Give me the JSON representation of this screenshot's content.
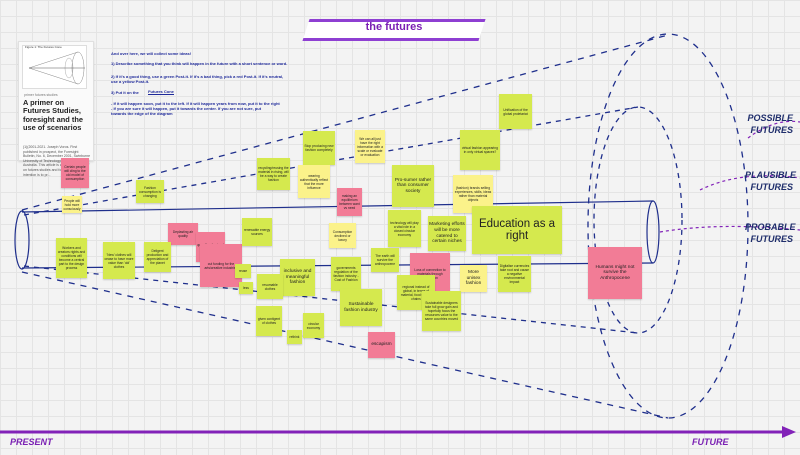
{
  "board": {
    "title": "the futures",
    "axis_start": "PRESENT",
    "axis_end": "FUTURE",
    "cone_labels": [
      {
        "id": "possible",
        "text": "POSSIBLE\nFUTURES"
      },
      {
        "id": "plausible",
        "text": "PLAUSIBLE\nFUTURES"
      },
      {
        "id": "probable",
        "text": "PROBABLE\nFUTURES"
      }
    ]
  },
  "article_card": {
    "figure_title": "Figure 1: The Futures Cone",
    "source": "primer futures studies",
    "title": "A primer on Futures Studies, foresight and the use of scenarios",
    "body": "(1)(2001-2021. Joseph Voros. First published in prospect, the Foresight Bulletin, No. 6, December 2001, Swinburne University of Technology, Melbourne, Australia. This article is a very brief 'primer' on futures studies and foresight. The intention is to pr..."
  },
  "instructions": {
    "intro": "And over here, we will collect some ideas!",
    "step1": "1) Describe something that you think will happen in the future with a short sentence or word.",
    "step2": "2) If it's a good thing, use a green Post-it. If it's a bad thing, pick a red Post-it. If it's neutral, use a yellow Post-it.",
    "step3_prefix": "3) Put it on the",
    "step3_link": "Futures Cone",
    "step3_rest": "- If it will happen soon, put it to the left. If it will happen years from now, put it to the right\n- If you are sure it will happen, put it towards the center. If you are not sure, put\n  towards the edge of the diagram"
  },
  "notes": [
    {
      "id": "n1",
      "color": "g",
      "text": "Unification of the global proletariat"
    },
    {
      "id": "n2",
      "color": "g",
      "text": "virtual fashion appearing in only virtual spaces?"
    },
    {
      "id": "n3",
      "color": "g",
      "text": "Stop producing new fashion completely"
    },
    {
      "id": "n4",
      "color": "y",
      "text": "We can all just have the right information with a scale or evaluate or evaluation"
    },
    {
      "id": "n5",
      "color": "g",
      "text": "Pro-sumer rather than consumer society"
    },
    {
      "id": "n6",
      "color": "y",
      "text": "(fashion) brands selling experiences, skills, ideas rather than material objects"
    },
    {
      "id": "n7",
      "color": "r",
      "text": "Certain people will cling to the old model of consumption"
    },
    {
      "id": "n8",
      "color": "y",
      "text": "People will hold more consciously"
    },
    {
      "id": "n9",
      "color": "g",
      "text": "recycling/reusing the material in rising, will be a way to create fashion"
    },
    {
      "id": "n10",
      "color": "g",
      "text": "wearing authentically reflect that the more influence"
    },
    {
      "id": "n11",
      "color": "r",
      "text": "making an equilibrium between want vs need"
    },
    {
      "id": "n12",
      "color": "g",
      "text": "Fashion consumption is changing"
    },
    {
      "id": "n13",
      "color": "g",
      "text": "Workers and creators rights and conditions will become a central part to the design process"
    },
    {
      "id": "n14",
      "color": "g",
      "text": "'New' clothes will cease to have more value than 'old' clothes"
    },
    {
      "id": "n15",
      "color": "r",
      "text": "Deplasting air quality"
    },
    {
      "id": "n16",
      "color": "g",
      "text": "Deligent production and appreciation of the planet"
    },
    {
      "id": "n17",
      "color": "r",
      "text": "quantity of natural resources"
    },
    {
      "id": "n18",
      "color": "r",
      "text": "cut funding for the arts/creative industries"
    },
    {
      "id": "n19",
      "color": "g",
      "text": "renewable energy sources"
    },
    {
      "id": "n20",
      "color": "y",
      "text": "Consumption declined or luxury"
    },
    {
      "id": "n21",
      "color": "g",
      "text": "technology will play a vital role in a closed circular economy"
    },
    {
      "id": "n22",
      "color": "g",
      "text": "Education as a right"
    },
    {
      "id": "n23",
      "color": "g",
      "text": "Marketing efforts will be more catered to certain niches"
    },
    {
      "id": "n24",
      "color": "g",
      "text": "inclusive and meaningful fashion"
    },
    {
      "id": "n25",
      "color": "g",
      "text": "governments regulation of the fashion industry - Cost of Fashion"
    },
    {
      "id": "n26",
      "color": "g",
      "text": "The earth will survive the anthropocene"
    },
    {
      "id": "n27",
      "color": "r",
      "text": "Loss of connection to materials through digitisation"
    },
    {
      "id": "n28",
      "color": "y",
      "text": "More unisex fashion"
    },
    {
      "id": "n29",
      "color": "g",
      "text": "Digitalise currencies take root and cause a negative environmental impact"
    },
    {
      "id": "n30",
      "color": "g",
      "text": "resumable clothes"
    },
    {
      "id": "n31",
      "color": "g",
      "text": "regional instead of global, in terms of material, food supply chains"
    },
    {
      "id": "n32",
      "color": "g",
      "text": "Sustainable fashion industry"
    },
    {
      "id": "n33",
      "color": "g",
      "text": "given contigent of clothes"
    },
    {
      "id": "n34",
      "color": "g",
      "text": "circular economy"
    },
    {
      "id": "n35",
      "color": "g",
      "text": "Sustainable designers take full grow gain and hopefully focus the resources value to the same countries moved"
    },
    {
      "id": "n36",
      "color": "r",
      "text": "Humans might not survive the Anthropocene"
    },
    {
      "id": "n37",
      "color": "r",
      "text": "escapism"
    },
    {
      "id": "n38",
      "color": "g",
      "text": "reuse"
    },
    {
      "id": "n39",
      "color": "g",
      "text": "less"
    },
    {
      "id": "n40",
      "color": "g",
      "text": "rethink"
    }
  ],
  "colors": {
    "green_note": "#d5e94e",
    "red_note": "#f27c96",
    "yellow_note": "#fbf28a",
    "cone_line": "#1f2f8c",
    "accent_purple": "#8222b8"
  }
}
